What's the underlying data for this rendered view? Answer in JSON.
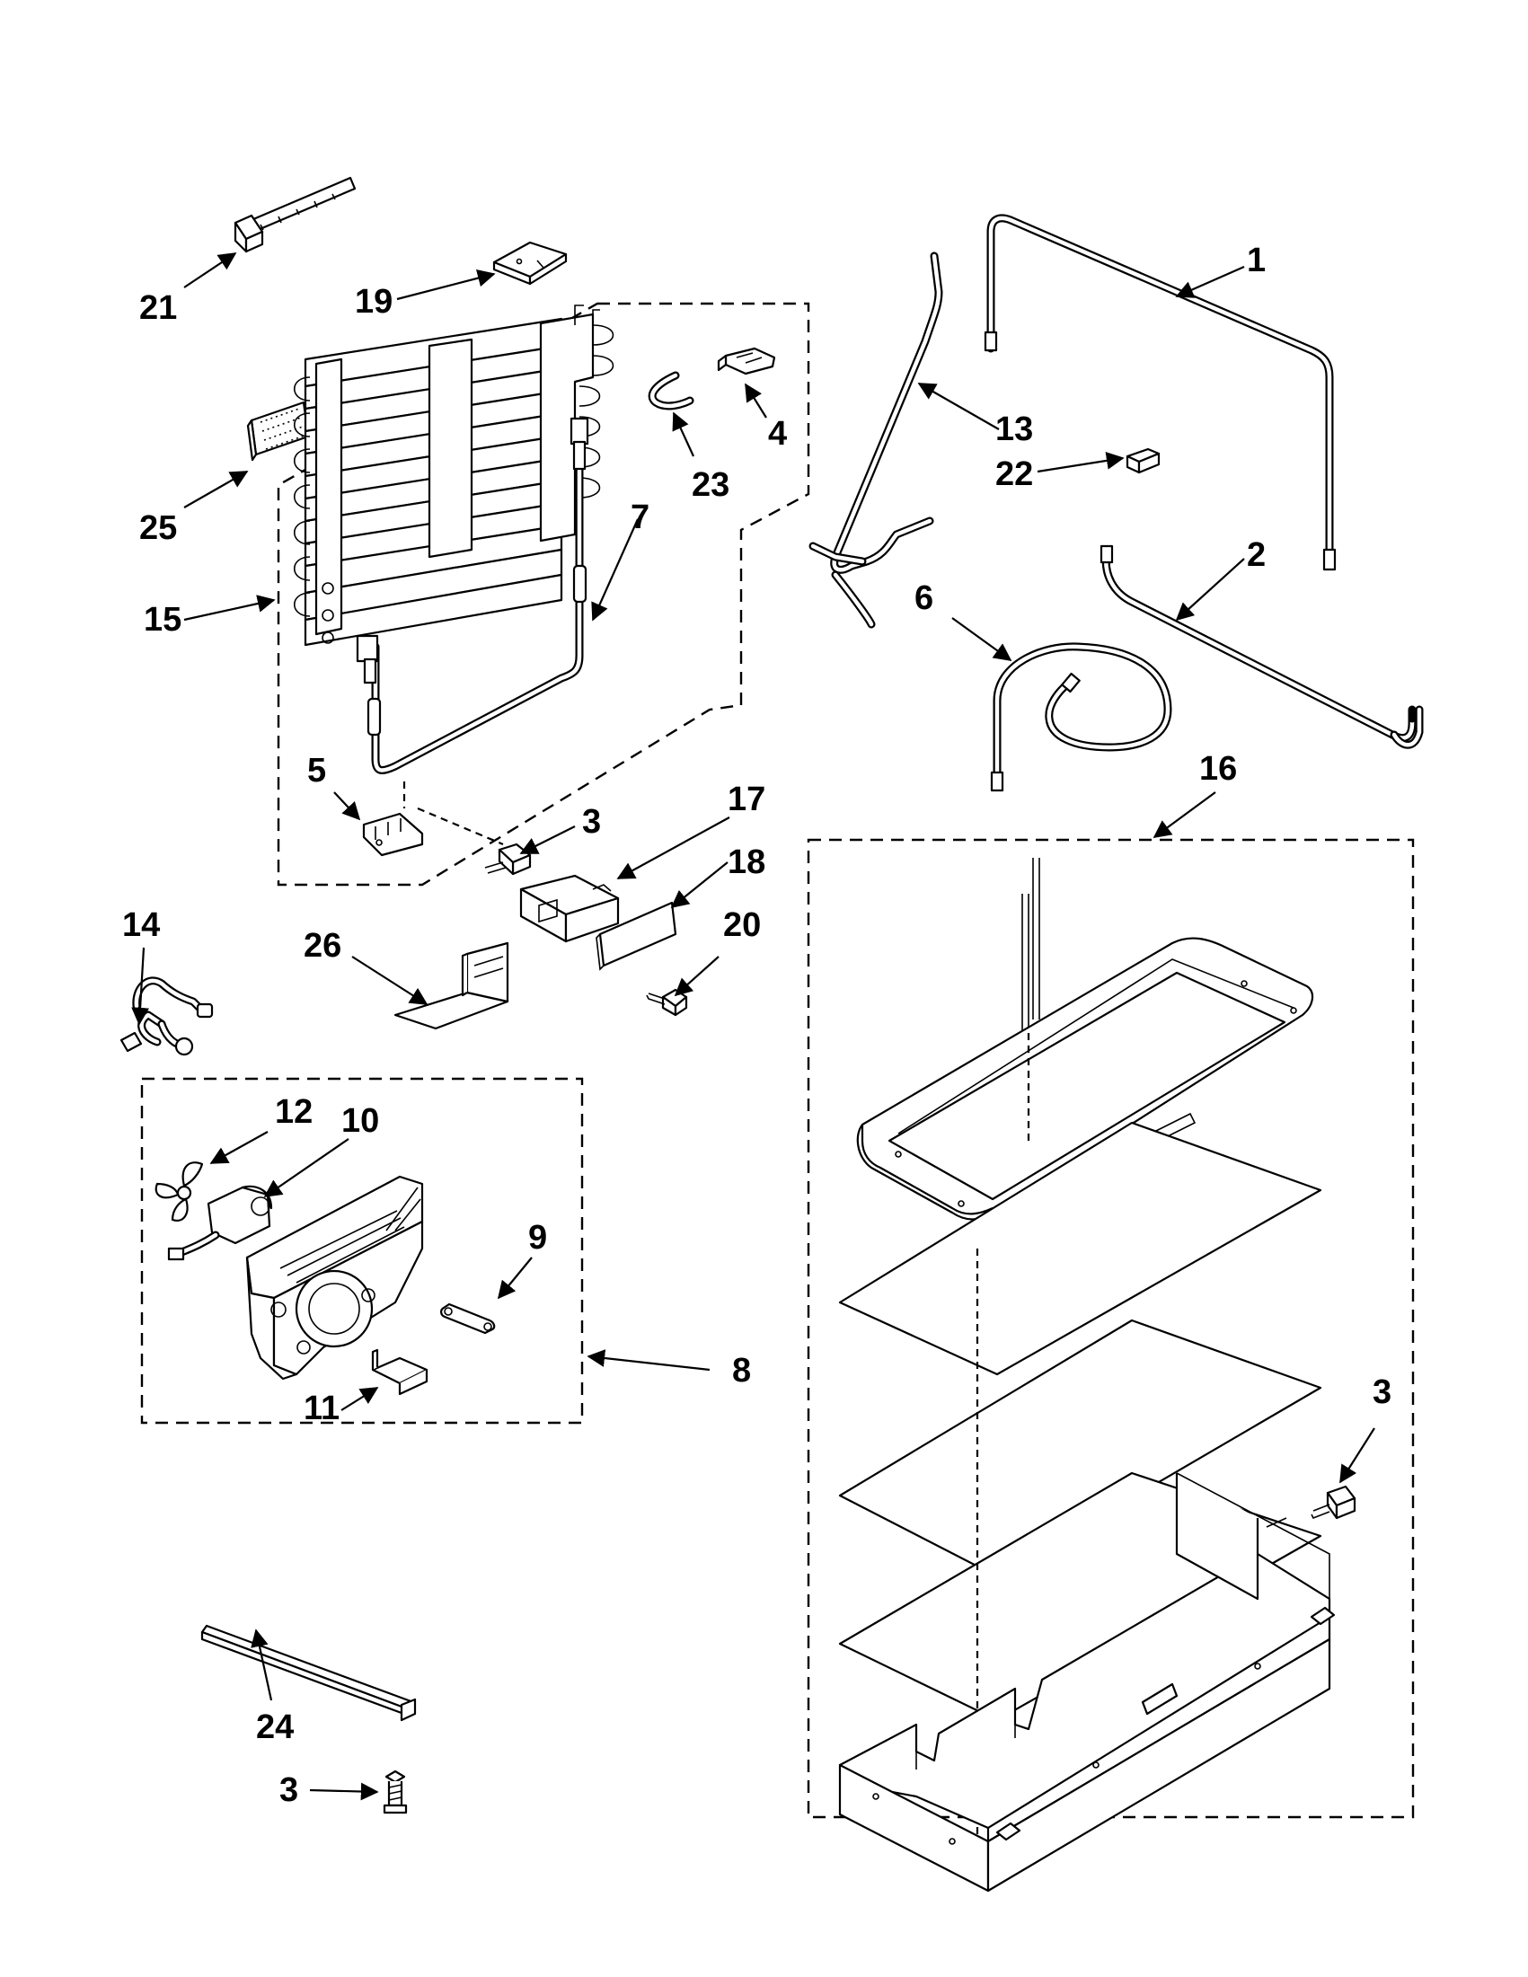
{
  "diagram": {
    "type": "exploded-parts-view",
    "callouts": {
      "p1": "1",
      "p2": "2",
      "p3a": "3",
      "p3b": "3",
      "p3c": "3",
      "p4": "4",
      "p5": "5",
      "p6": "6",
      "p7": "7",
      "p8": "8",
      "p9": "9",
      "p10": "10",
      "p11": "11",
      "p12": "12",
      "p13": "13",
      "p14": "14",
      "p15": "15",
      "p16": "16",
      "p17": "17",
      "p18": "18",
      "p19": "19",
      "p20": "20",
      "p21": "21",
      "p22": "22",
      "p23": "23",
      "p24": "24",
      "p25": "25",
      "p26": "26"
    }
  }
}
